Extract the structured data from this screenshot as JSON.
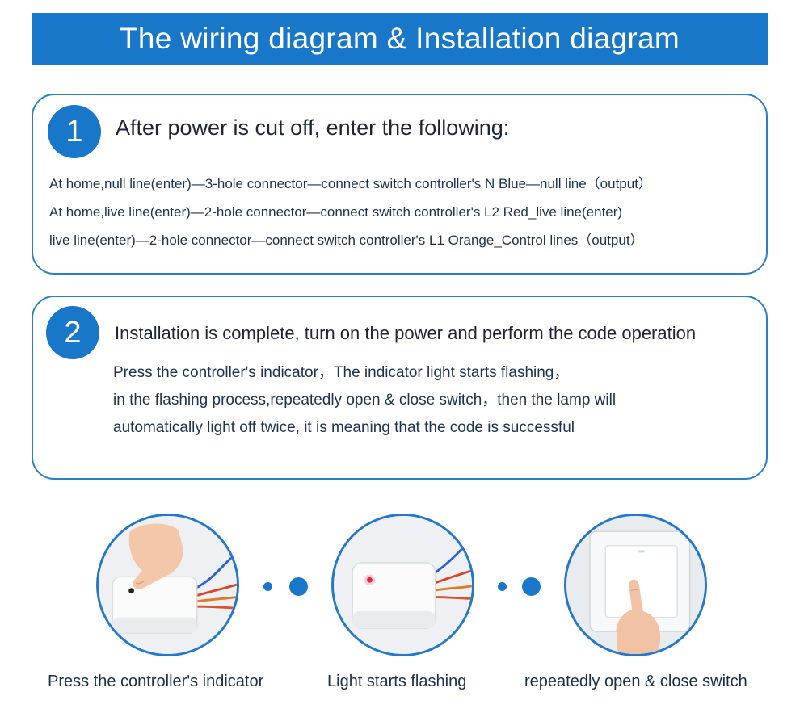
{
  "header": {
    "title": "The wiring diagram & Installation diagram"
  },
  "steps": [
    {
      "number": "1",
      "title": "After power is cut off, enter the following:",
      "lines": [
        "At home,null line(enter)—3-hole connector—connect switch controller's N Blue—null line（output）",
        "At home,live line(enter)—2-hole connector—connect switch controller's L2 Red_live line(enter)",
        "live line(enter)—2-hole connector—connect switch controller's L1 Orange_Control lines（output）"
      ]
    },
    {
      "number": "2",
      "title": "Installation is complete, turn on the power and perform the code operation",
      "lines": [
        "Press the controller's indicator，The indicator light starts flashing，",
        "in the flashing process,repeatedly open & close switch，then the lamp will",
        "automatically light off twice, it is meaning that the code is successful"
      ]
    }
  ],
  "photos": [
    {
      "caption": "Press the controller's indicator"
    },
    {
      "caption": "Light starts flashing"
    },
    {
      "caption": "repeatedly open & close switch"
    }
  ],
  "colors": {
    "accent": "#1877c9",
    "border": "#2a7fc9",
    "indicator": "#e0283a"
  }
}
